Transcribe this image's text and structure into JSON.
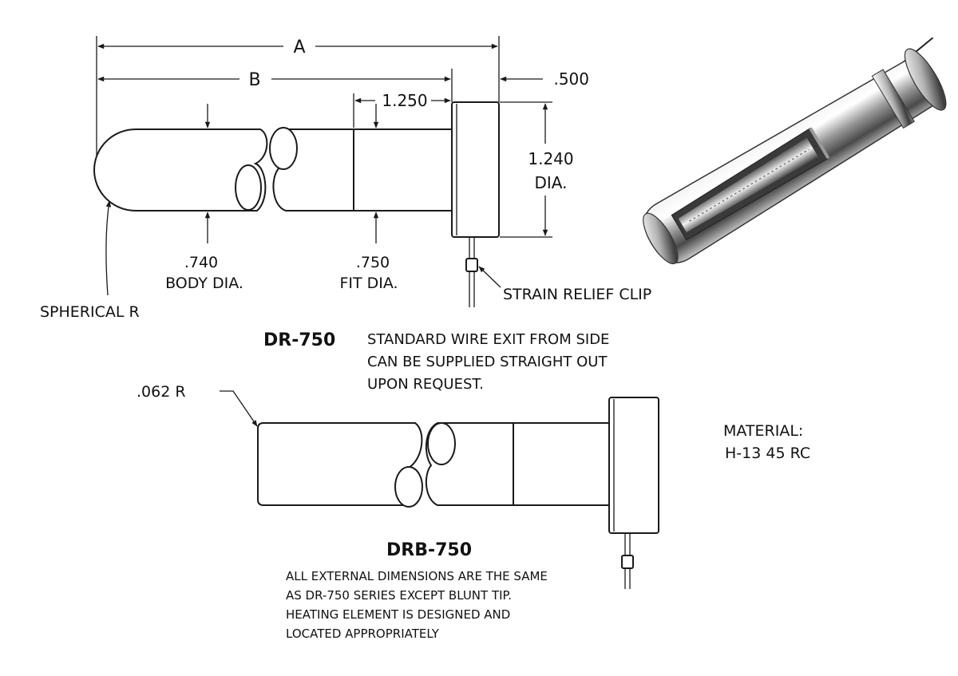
{
  "dr750": {
    "dims": {
      "a": "A",
      "b": "B",
      "fit_len": "1.250",
      "flange_len": ".500",
      "flange_dia": "1.240",
      "flange_dia_suffix": "DIA.",
      "body_dia_val": ".740",
      "body_dia_label": "BODY DIA.",
      "fit_dia_val": ".750",
      "fit_dia_label": "FIT DIA.",
      "tip_radius": "SPHERICAL R"
    },
    "callout_clip": "STRAIN RELIEF CLIP",
    "title": "DR-750",
    "note_lines": [
      "STANDARD WIRE EXIT FROM SIDE",
      "CAN BE SUPPLIED STRAIGHT OUT",
      "UPON REQUEST."
    ]
  },
  "drb750": {
    "corner_radius": ".062 R",
    "title": "DRB-750",
    "note_lines": [
      "ALL EXTERNAL DIMENSIONS ARE THE SAME",
      "AS DR-750 SERIES EXCEPT BLUNT TIP.",
      "HEATING ELEMENT IS DESIGNED AND",
      "LOCATED APPROPRIATELY"
    ]
  },
  "material": {
    "label": "MATERIAL:",
    "value": "H-13   45 RC"
  }
}
